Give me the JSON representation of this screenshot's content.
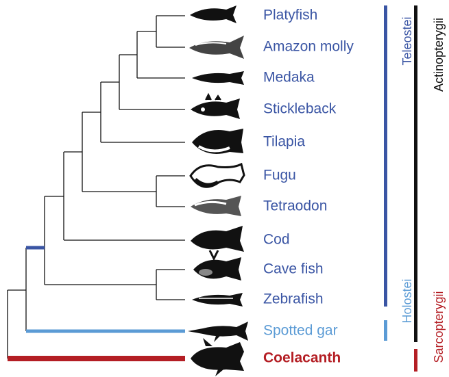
{
  "taxa": [
    {
      "name": "Platyfish",
      "icon": "platyfish-silhouette",
      "color": "#3a55a4"
    },
    {
      "name": "Amazon molly",
      "icon": "amazon-molly-silhouette",
      "color": "#3a55a4"
    },
    {
      "name": "Medaka",
      "icon": "medaka-silhouette",
      "color": "#3a55a4"
    },
    {
      "name": "Stickleback",
      "icon": "stickleback-silhouette",
      "color": "#3a55a4"
    },
    {
      "name": "Tilapia",
      "icon": "tilapia-silhouette",
      "color": "#3a55a4"
    },
    {
      "name": "Fugu",
      "icon": "fugu-silhouette",
      "color": "#3a55a4"
    },
    {
      "name": "Tetraodon",
      "icon": "tetraodon-silhouette",
      "color": "#3a55a4"
    },
    {
      "name": "Cod",
      "icon": "cod-silhouette",
      "color": "#3a55a4"
    },
    {
      "name": "Cave fish",
      "icon": "cave-fish-silhouette",
      "color": "#3a55a4"
    },
    {
      "name": "Zebrafish",
      "icon": "zebrafish-silhouette",
      "color": "#3a55a4"
    },
    {
      "name": "Spotted gar",
      "icon": "spotted-gar-silhouette",
      "color": "#5b9bd5"
    },
    {
      "name": "Coelacanth",
      "icon": "coelacanth-silhouette",
      "color": "#b41e24",
      "bold": true
    }
  ],
  "clades": [
    {
      "name": "Teleostei",
      "color": "#3a55a4"
    },
    {
      "name": "Holostei",
      "color": "#5b9bd5"
    },
    {
      "name": "Actinopterygii",
      "color": "#111111"
    },
    {
      "name": "Sarcopterygii",
      "color": "#b41e24"
    }
  ],
  "colors": {
    "teleost": "#3a55a4",
    "holostei": "#5b9bd5",
    "sarcopterygii": "#b41e24",
    "tree_line": "#111111"
  }
}
